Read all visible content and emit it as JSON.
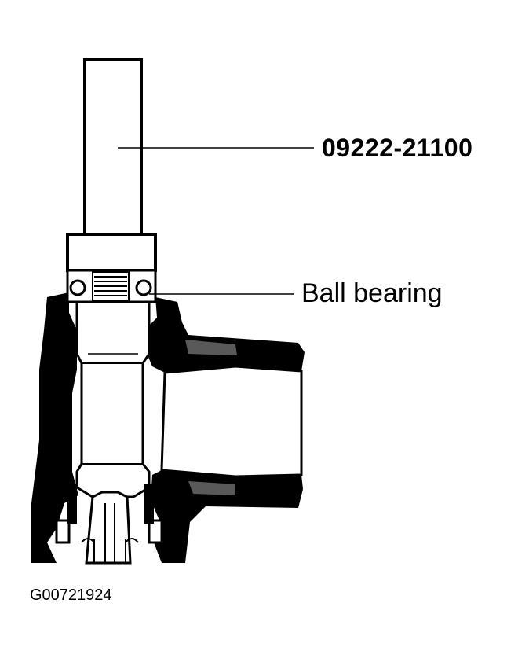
{
  "callouts": {
    "tool_number": "09222-21100",
    "bearing": "Ball bearing"
  },
  "figure_id": "G00721924",
  "colors": {
    "ink": "#000000",
    "paper": "#ffffff"
  }
}
